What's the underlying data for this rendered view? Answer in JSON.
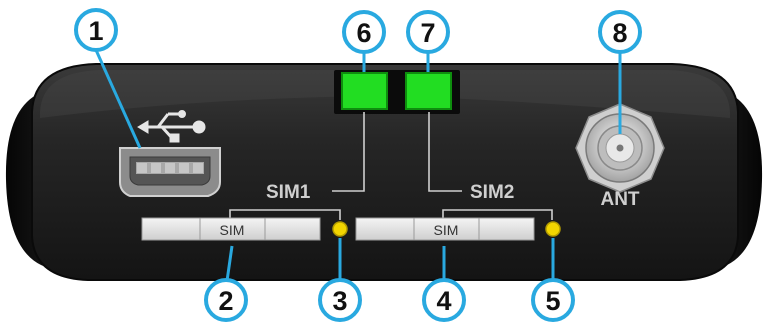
{
  "callouts": [
    {
      "number": "1"
    },
    {
      "number": "2"
    },
    {
      "number": "3"
    },
    {
      "number": "4"
    },
    {
      "number": "5"
    },
    {
      "number": "6"
    },
    {
      "number": "7"
    },
    {
      "number": "8"
    }
  ],
  "labels": {
    "sim1": "SIM1",
    "sim2": "SIM2",
    "ant": "ANT",
    "slot1": "SIM",
    "slot2": "SIM"
  },
  "icons": {
    "usb_symbol": "usb-icon",
    "usb_port": "mini-usb-port-icon",
    "antenna": "sma-antenna-connector-icon"
  },
  "colors": {
    "callout_fill": "#ffffff",
    "callout_ring": "#29a9e0",
    "callout_text": "#111111",
    "led_green": "#22dd22",
    "led_yellow": "#f2d500",
    "body_dark": "#161616",
    "panel_face": "#2c2c2c",
    "label_grey": "#cfcfcf"
  }
}
